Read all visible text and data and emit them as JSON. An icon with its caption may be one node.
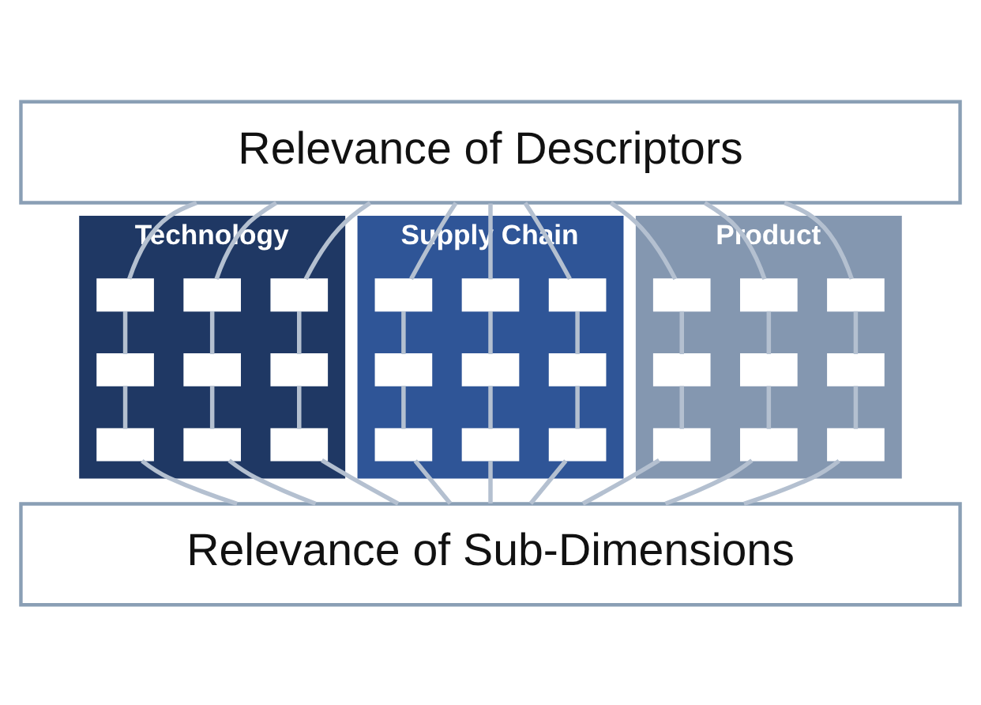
{
  "diagram": {
    "nodes": [
      {
        "text": [
          "Relevance of Descriptors"
        ]
      },
      {
        "text": [
          "Technology"
        ]
      },
      {
        "text": [],
        "shape": "box",
        "in": 1
      },
      {
        "text": [],
        "shape": "box",
        "in": 1
      },
      {
        "text": [],
        "shape": "box",
        "in": 1
      },
      {
        "text": [],
        "shape": "box",
        "in": 1
      },
      {
        "text": [],
        "shape": "box",
        "in": 1
      },
      {
        "text": [],
        "shape": "box",
        "in": 1
      },
      {
        "text": [],
        "shape": "box",
        "in": 1
      },
      {
        "text": [],
        "shape": "box",
        "in": 1
      },
      {
        "text": [],
        "shape": "box",
        "in": 1
      },
      {
        "text": [
          "Supply Chain"
        ]
      },
      {
        "text": [],
        "shape": "box",
        "in": 11
      },
      {
        "text": [],
        "shape": "box",
        "in": 11
      },
      {
        "text": [],
        "shape": "box",
        "in": 11
      },
      {
        "text": [],
        "shape": "box",
        "in": 11
      },
      {
        "text": [],
        "shape": "box",
        "in": 11
      },
      {
        "text": [],
        "shape": "box",
        "in": 11
      },
      {
        "text": [],
        "shape": "box",
        "in": 11
      },
      {
        "text": [],
        "shape": "box",
        "in": 11
      },
      {
        "text": [],
        "shape": "box",
        "in": 11
      },
      {
        "text": [
          "Product"
        ]
      },
      {
        "text": [],
        "shape": "box",
        "in": 21
      },
      {
        "text": [],
        "shape": "box",
        "in": 21
      },
      {
        "text": [],
        "shape": "box",
        "in": 21
      },
      {
        "text": [],
        "shape": "box",
        "in": 21
      },
      {
        "text": [],
        "shape": "box",
        "in": 21
      },
      {
        "text": [],
        "shape": "box",
        "in": 21
      },
      {
        "text": [],
        "shape": "box",
        "in": 21
      },
      {
        "text": [],
        "shape": "box",
        "in": 21
      },
      {
        "text": [],
        "shape": "box",
        "in": 21
      },
      {
        "text": [
          "Relevance of Sub-Dimensions"
        ]
      }
    ],
    "edges": [
      {
        "from": 0,
        "to": 2,
        "arrow": "none"
      },
      {
        "from": 2,
        "to": 5,
        "arrow": "none"
      },
      {
        "from": 5,
        "to": 8,
        "arrow": "none"
      },
      {
        "from": 8,
        "to": 31,
        "arrow": "none"
      },
      {
        "from": 0,
        "to": 3,
        "arrow": "none"
      },
      {
        "from": 3,
        "to": 6,
        "arrow": "none"
      },
      {
        "from": 6,
        "to": 9,
        "arrow": "none"
      },
      {
        "from": 9,
        "to": 31,
        "arrow": "none"
      },
      {
        "from": 0,
        "to": 4,
        "arrow": "none"
      },
      {
        "from": 4,
        "to": 7,
        "arrow": "none"
      },
      {
        "from": 7,
        "to": 10,
        "arrow": "none"
      },
      {
        "from": 10,
        "to": 31,
        "arrow": "none"
      },
      {
        "from": 0,
        "to": 12,
        "arrow": "none"
      },
      {
        "from": 12,
        "to": 15,
        "arrow": "none"
      },
      {
        "from": 15,
        "to": 18,
        "arrow": "none"
      },
      {
        "from": 18,
        "to": 31,
        "arrow": "none"
      },
      {
        "from": 0,
        "to": 13,
        "arrow": "none"
      },
      {
        "from": 13,
        "to": 16,
        "arrow": "none"
      },
      {
        "from": 16,
        "to": 19,
        "arrow": "none"
      },
      {
        "from": 19,
        "to": 31,
        "arrow": "none"
      },
      {
        "from": 0,
        "to": 14,
        "arrow": "none"
      },
      {
        "from": 14,
        "to": 17,
        "arrow": "none"
      },
      {
        "from": 17,
        "to": 20,
        "arrow": "none"
      },
      {
        "from": 20,
        "to": 31,
        "arrow": "none"
      },
      {
        "from": 0,
        "to": 22,
        "arrow": "none"
      },
      {
        "from": 22,
        "to": 25,
        "arrow": "none"
      },
      {
        "from": 25,
        "to": 28,
        "arrow": "none"
      },
      {
        "from": 28,
        "to": 31,
        "arrow": "none"
      },
      {
        "from": 0,
        "to": 23,
        "arrow": "none"
      },
      {
        "from": 23,
        "to": 26,
        "arrow": "none"
      },
      {
        "from": 26,
        "to": 29,
        "arrow": "none"
      },
      {
        "from": 29,
        "to": 31,
        "arrow": "none"
      },
      {
        "from": 0,
        "to": 24,
        "arrow": "none"
      },
      {
        "from": 24,
        "to": 27,
        "arrow": "none"
      },
      {
        "from": 27,
        "to": 30,
        "arrow": "none"
      },
      {
        "from": 30,
        "to": 31,
        "arrow": "none"
      }
    ]
  }
}
